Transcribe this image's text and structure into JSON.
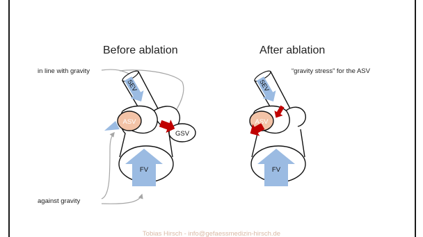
{
  "slide": {
    "left_title": "Before ablation",
    "right_title": "After ablation",
    "label_in_line": "in line with gravity",
    "label_against": "against gravity",
    "label_gravity_stress": "“gravity stress” for the ASV",
    "footer": "Tobias Hirsch - info@gefaessmedizin-hirsch.de"
  },
  "vessels": {
    "sev": "SEV",
    "asv": "ASV",
    "gsv": "GSV",
    "fv": "FV"
  },
  "colors": {
    "arrow_blue": "#9bbbe2",
    "asv_fill": "#f3c3a7",
    "red_arrow": "#c00000",
    "connector_gray": "#a6a6a6",
    "frame": "#1a1a1a"
  }
}
